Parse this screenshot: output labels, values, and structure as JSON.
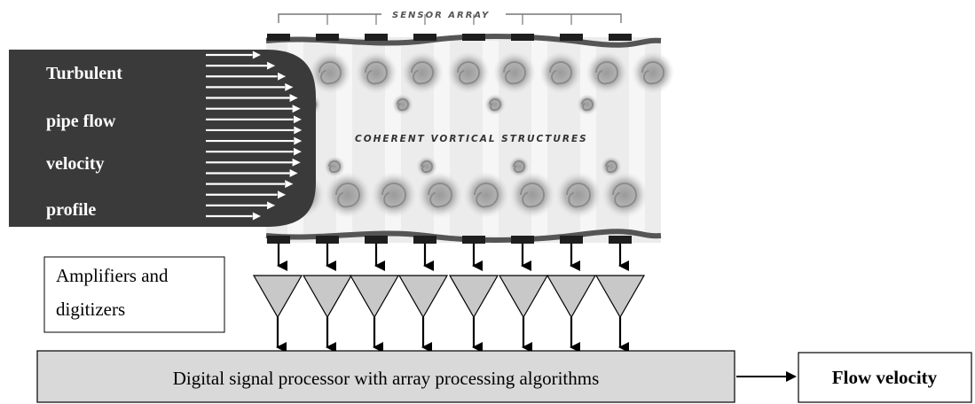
{
  "sensor_array": {
    "label": "SENSOR ARRAY",
    "sensor_count": 8
  },
  "pipe": {
    "inner_label": "COHERENT VORTICAL STRUCTURES"
  },
  "velocity_profile": {
    "lines": [
      "Turbulent",
      "pipe flow",
      "velocity",
      "profile"
    ],
    "arrow_count": 16
  },
  "amplifiers": {
    "label_lines": [
      "Amplifiers and",
      "digitizers"
    ],
    "count": 8
  },
  "processor": {
    "label": "Digital signal processor with array processing algorithms"
  },
  "output": {
    "label": "Flow velocity"
  },
  "colors": {
    "profile_panel": "#3a3a3a",
    "pipe_wall": "#505050",
    "processor_fill": "#d9d9d9",
    "amplifier_fill": "#c8c8c8"
  }
}
